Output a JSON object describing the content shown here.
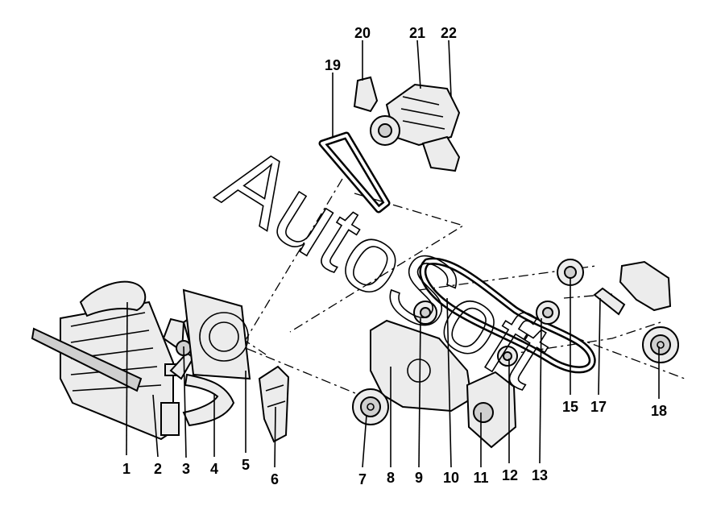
{
  "watermark": "AutoSoft",
  "callouts": [
    "1",
    "2",
    "3",
    "4",
    "5",
    "6",
    "7",
    "8",
    "9",
    "10",
    "11",
    "12",
    "13",
    "15",
    "17",
    "18",
    "19",
    "20",
    "21",
    "22"
  ]
}
